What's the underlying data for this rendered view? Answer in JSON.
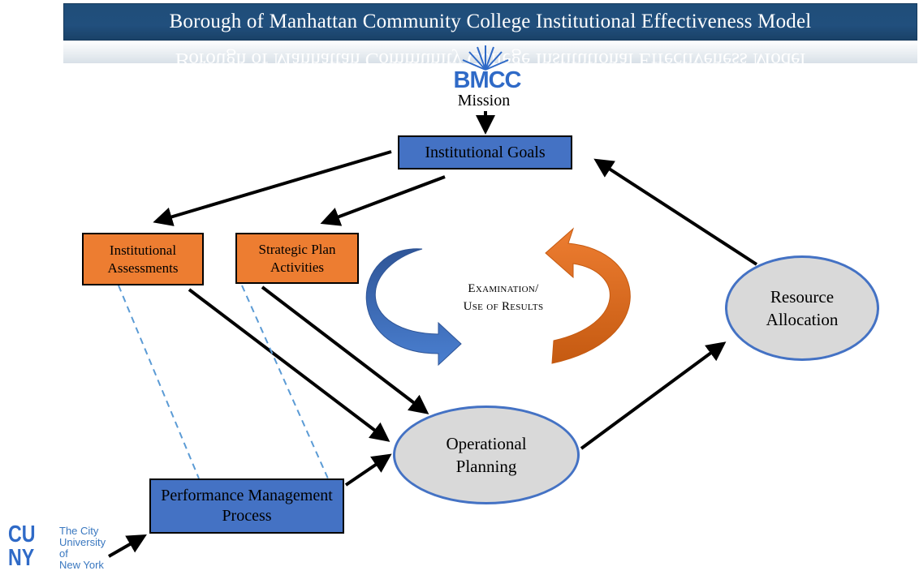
{
  "title": "Borough of Manhattan Community College Institutional Effectiveness Model",
  "logo_bmcc": "BMCC",
  "mission": "Mission",
  "nodes": {
    "institutional_goals": "Institutional Goals",
    "institutional_assessments": "Institutional Assessments",
    "strategic_plan_activities": "Strategic Plan Activities",
    "operational_planning": "Operational Planning",
    "resource_allocation": "Resource Allocation",
    "performance_management": "Performance Management Process"
  },
  "cycle_label_1": "Examination/",
  "cycle_label_2": "Use of Results",
  "cuny": {
    "mark_top": "CU",
    "mark_bottom": "NY",
    "line1": "The City",
    "line2": "University",
    "line3": "of",
    "line4": "New York"
  },
  "colors": {
    "blue_box": "#4472c4",
    "orange_box": "#ed7d31",
    "title_bar": "#1f4e79",
    "ellipse_fill": "#d9d9d9",
    "dashed_line": "#5b9bd5"
  }
}
